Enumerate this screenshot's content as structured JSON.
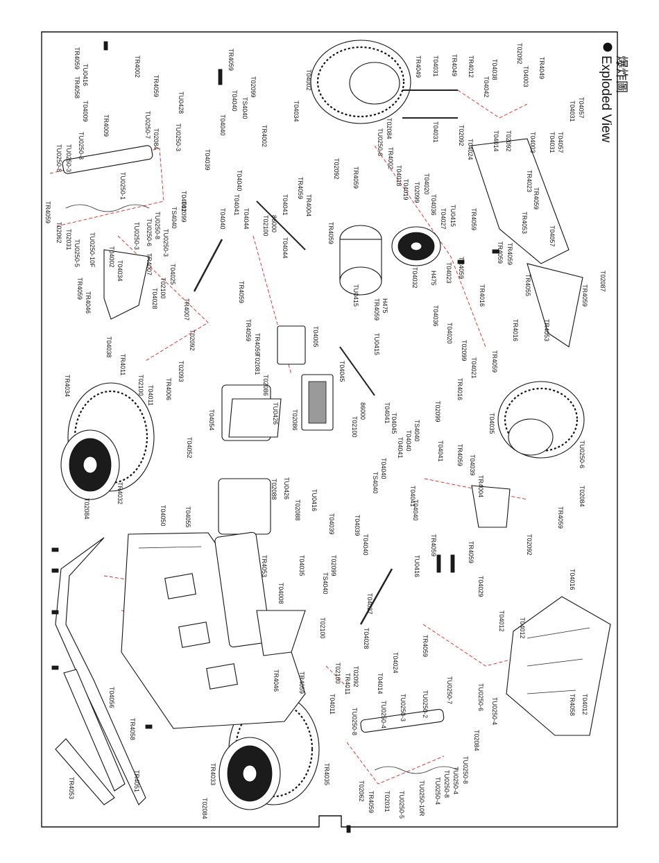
{
  "title": {
    "english": "Exploded View",
    "chinese": "爆炸圖"
  },
  "colors": {
    "ink": "#111111",
    "guide": "#dd2222",
    "paper": "#ffffff"
  },
  "labels": {
    "tr4059": "TR4059",
    "tu0416": "TU0416",
    "tr4058": "TR4058",
    "t04009": "T04009",
    "tr4002": "TR4002",
    "tu0428": "TU0428",
    "t04002": "T04002",
    "t04034": "T04034",
    "t04018": "T04018",
    "tr4049": "TR4049",
    "t04031": "T04031",
    "tr4012": "TR4012",
    "t04038": "T04038",
    "t04042": "T04042",
    "t04003": "T04003",
    "t02092": "T02092",
    "t04057": "T04057",
    "t04024": "T04024",
    "t04014": "T04014",
    "tu0250_3": "TU0250-3",
    "tu0250_7": "TU0250-7",
    "tu0250_8": "TU0250-8",
    "tu0250_1": "TU0250-1",
    "tu0250_2": "TU0250-2",
    "tu0250_6": "TU0250-6",
    "tu0250_5": "TU0250-5",
    "tu0250_10f": "TU0250-10F",
    "t02062": "T02062",
    "t02031": "T02031",
    "t02099": "T02099",
    "ts4040": "TS4040",
    "t04040": "T04040",
    "t04039": "T04039",
    "t04041": "T04041",
    "t04044": "T04044",
    "t02100": "T02100",
    "t86000": "86000",
    "t02084": "T02084",
    "t04019": "T04019",
    "t04020": "T04020",
    "t04036": "T04036",
    "t04027": "T04027",
    "tu0415": "TU0415",
    "tr4023": "TR4023",
    "tr4053": "TR4053",
    "tr4055": "TR4055",
    "tr4016": "TR4016",
    "t02087": "T02087",
    "t04023": "T04023",
    "t04032": "T04032",
    "h475": "H475",
    "t04021": "T04021",
    "tr4007": "TR4007",
    "t04025": "T04025",
    "t04028": "T04028",
    "tr4046": "TR4046",
    "tr4011": "TR4011",
    "t04011": "T04011",
    "tr4006": "TR4006",
    "t02093": "T02093",
    "tr4034": "TR4034",
    "tr4032": "TR4032",
    "t04005": "T04005",
    "t02081": "T02081",
    "t02086": "T02086",
    "tu0426": "TU0426",
    "t04045": "T04045",
    "t04054": "T04054",
    "t04052": "T04052",
    "t02088": "T02088",
    "t04050": "T04050",
    "t04055": "T04055",
    "t04035": "T04035",
    "t04008": "T04008",
    "t04056": "T04056",
    "tr4051": "TR4051",
    "tr4033": "TR4033",
    "tr4035": "TR4035",
    "t04029": "T04029",
    "t04012": "T04012",
    "t04016": "T04016",
    "tr4004": "TR4004",
    "tu0250_10r": "TU0250-10R",
    "tu0250_4": "TU0250-4",
    "tr4009": "TR4009",
    "tu0250_6b": "TU0250-6"
  }
}
